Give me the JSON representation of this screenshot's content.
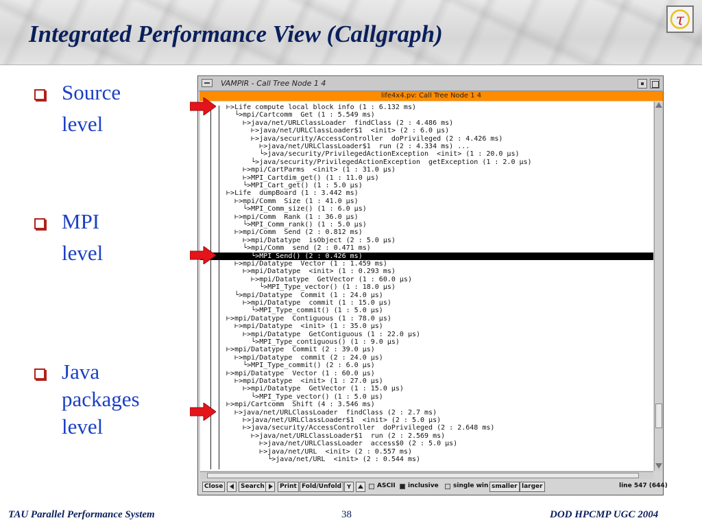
{
  "slide": {
    "title": "Integrated Performance View (Callgraph)",
    "logo_glyph": "τ",
    "bullets": [
      {
        "lines": [
          "Source",
          "level"
        ]
      },
      {
        "lines": [
          "MPI",
          "level"
        ]
      },
      {
        "lines": [
          "Java",
          "packages",
          "level"
        ]
      }
    ],
    "footer_left": "TAU Parallel Performance System",
    "page_number": "38",
    "footer_right": "DOD HPCMP UGC 2004"
  },
  "window": {
    "title": "VAMPIR - Call Tree Node 1 4",
    "subtitle": "life4x4.pv: Call Tree Node 1 4",
    "tree_lines": [
      "  ⊢>Life compute local block info (1 : 6.132 ms)",
      "    └>mpi/Cartcomm  Get (1 : 5.549 ms)",
      "      ⊢>java/net/URLClassLoader  findClass (2 : 4.486 ms)",
      "        ⊢>java/net/URLClassLoader$1  <init> (2 : 6.0 µs)",
      "        ⊢>java/security/AccessController  doPrivileged (2 : 4.426 ms)",
      "          ⊢>java/net/URLClassLoader$1  run (2 : 4.334 ms) ...",
      "          └>java/security/PrivilegedActionException  <init> (1 : 20.0 µs)",
      "        └>java/security/PrivilegedActionException  getException (1 : 2.0 µs)",
      "      ⊢>mpi/CartParms  <init> (1 : 31.0 µs)",
      "      ⊢>MPI_Cartdim_get() (1 : 11.0 µs)",
      "      └>MPI_Cart_get() (1 : 5.0 µs)",
      "  ⊢>Life  dumpBoard (1 : 3.442 ms)",
      "    ⊢>mpi/Comm  Size (1 : 41.0 µs)",
      "      └>MPI_Comm_size() (1 : 6.0 µs)",
      "    ⊢>mpi/Comm  Rank (1 : 36.0 µs)",
      "      └>MPI_Comm_rank() (1 : 5.0 µs)",
      "    ⊢>mpi/Comm  Send (2 : 0.812 ms)",
      "      ⊢>mpi/Datatype  isObject (2 : 5.0 µs)",
      "      └>mpi/Comm  send (2 : 0.471 ms)",
      "        └>MPI_Send() (2 : 0.426 ms)",
      "    ⊢>mpi/Datatype  Vector (1 : 1.459 ms)",
      "      ⊢>mpi/Datatype  <init> (1 : 0.293 ms)",
      "        ⊢>mpi/Datatype  GetVector (1 : 60.0 µs)",
      "          └>MPI_Type_vector() (1 : 18.0 µs)",
      "    └>mpi/Datatype  Commit (1 : 24.0 µs)",
      "      ⊢>mpi/Datatype  commit (1 : 15.0 µs)",
      "        └>MPI_Type_commit() (1 : 5.0 µs)",
      "  ⊢>mpi/Datatype  Contiguous (1 : 78.0 µs)",
      "    ⊢>mpi/Datatype  <init> (1 : 35.0 µs)",
      "      ⊢>mpi/Datatype  GetContiguous (1 : 22.0 µs)",
      "        └>MPI_Type_contiguous() (1 : 9.0 µs)",
      "  ⊢>mpi/Datatype  Commit (2 : 39.0 µs)",
      "    ⊢>mpi/Datatype  commit (2 : 24.0 µs)",
      "      └>MPI_Type_commit() (2 : 6.0 µs)",
      "  ⊢>mpi/Datatype  Vector (1 : 60.0 µs)",
      "    ⊢>mpi/Datatype  <init> (1 : 27.0 µs)",
      "      ⊢>mpi/Datatype  GetVector (1 : 15.0 µs)",
      "        └>MPI_Type_vector() (1 : 5.0 µs)",
      "  ⊢>mpi/Cartcomm  Shift (4 : 3.546 ms)",
      "    ⊢>java/net/URLClassLoader  findClass (2 : 2.7 ms)",
      "      ⊢>java/net/URLClassLoader$1  <init> (2 : 5.0 µs)",
      "      ⊢>java/security/AccessController  doPrivileged (2 : 2.648 ms)",
      "        ⊢>java/net/URLClassLoader$1  run (2 : 2.569 ms)",
      "          ⊢>java/net/URLClassLoader  access$0 (2 : 5.0 µs)",
      "          ⊢>java/net/URL  <init> (2 : 0.557 ms)",
      "            └>java/net/URL  <init> (2 : 0.544 ms)"
    ],
    "selected_row": 19,
    "arrow_rows": [
      0,
      19,
      39
    ],
    "toolbar": {
      "close": "Close",
      "search": "Search",
      "print": "Print",
      "fold": "Fold/Unfold",
      "ascii": "ASCII",
      "inclusive": "inclusive",
      "single_win": "single win",
      "smaller": "smaller",
      "larger": "larger",
      "line_info": "line 547 (644)"
    }
  }
}
